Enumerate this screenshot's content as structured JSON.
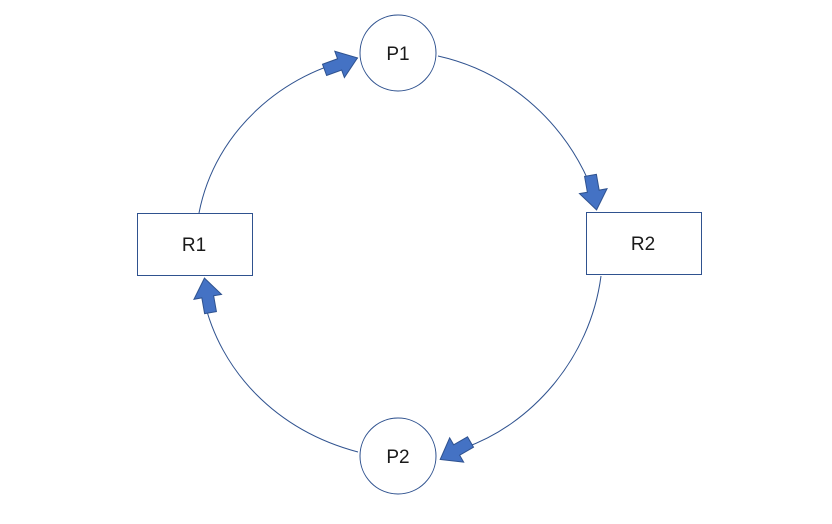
{
  "diagram": {
    "stroke_color": "#2f528f",
    "arrow_color": "#4472c4",
    "nodes": {
      "p1": {
        "label": "P1",
        "shape": "circle"
      },
      "p2": {
        "label": "P2",
        "shape": "circle"
      },
      "r1": {
        "label": "R1",
        "shape": "rectangle"
      },
      "r2": {
        "label": "R2",
        "shape": "rectangle"
      }
    },
    "edges": [
      {
        "from": "R1",
        "to": "P1"
      },
      {
        "from": "P1",
        "to": "R2"
      },
      {
        "from": "R2",
        "to": "P2"
      },
      {
        "from": "P2",
        "to": "R1"
      }
    ]
  }
}
